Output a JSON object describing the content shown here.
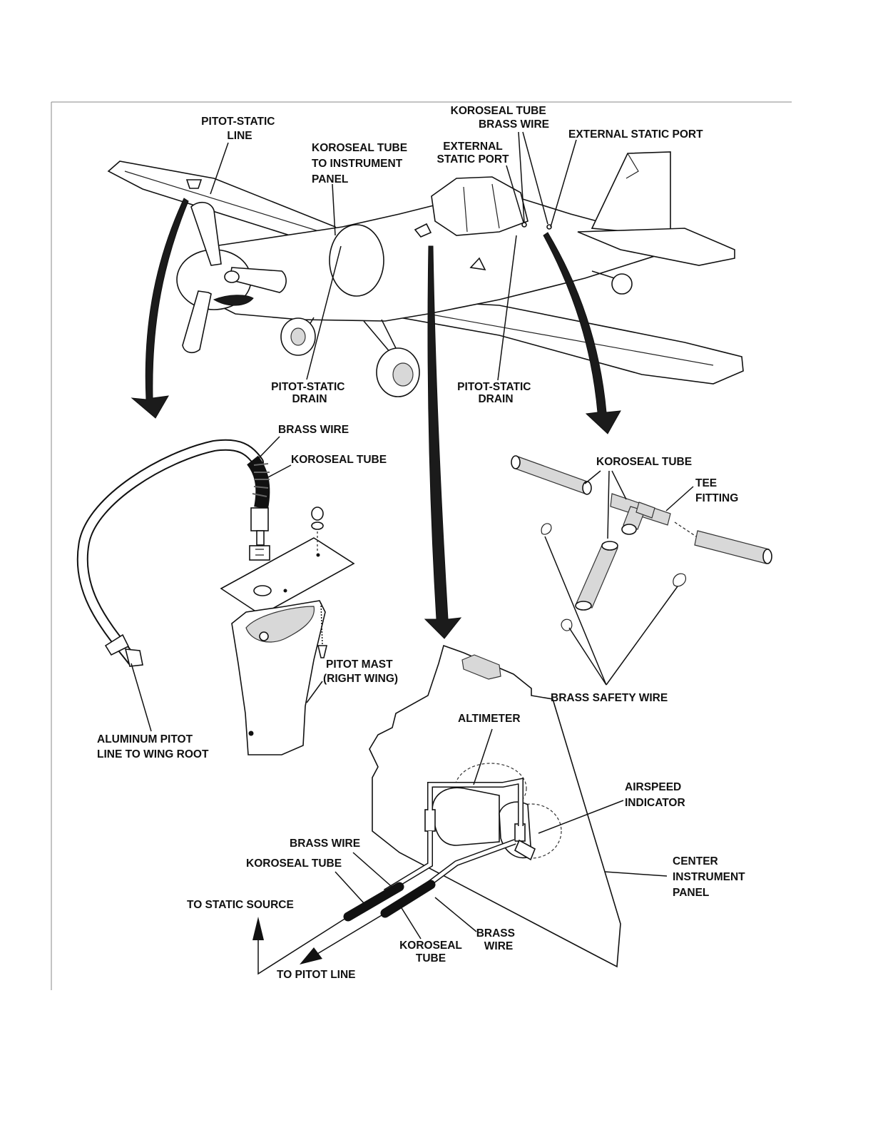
{
  "labels": {
    "pitot_static_line": [
      "PITOT-STATIC",
      "LINE"
    ],
    "koroseal_tube_instrument_panel": [
      "KOROSEAL TUBE",
      "TO INSTRUMENT",
      "PANEL"
    ],
    "koroseal_tube_brass_wire_top": [
      "KOROSEAL TUBE",
      "BRASS WIRE"
    ],
    "external_static_port_left": [
      "EXTERNAL",
      "STATIC PORT"
    ],
    "external_static_port_right": "EXTERNAL STATIC PORT",
    "pitot_static_drain_left": [
      "PITOT-STATIC",
      "DRAIN"
    ],
    "pitot_static_drain_right": [
      "PITOT-STATIC",
      "DRAIN"
    ],
    "brass_wire_mast": "BRASS WIRE",
    "koroseal_tube_mast": "KOROSEAL TUBE",
    "pitot_mast": [
      "PITOT MAST",
      "(RIGHT WING)"
    ],
    "aluminum_pitot_line": [
      "ALUMINUM PITOT",
      "LINE TO WING ROOT"
    ],
    "koroseal_tube_tee": "KOROSEAL TUBE",
    "tee_fitting": [
      "TEE",
      "FITTING"
    ],
    "brass_safety_wire": "BRASS SAFETY WIRE",
    "altimeter": "ALTIMETER",
    "airspeed_indicator": [
      "AIRSPEED",
      "INDICATOR"
    ],
    "center_instrument_panel": [
      "CENTER",
      "INSTRUMENT",
      "PANEL"
    ],
    "brass_wire_panel_left": "BRASS WIRE",
    "koroseal_tube_panel_left": "KOROSEAL TUBE",
    "to_static_source": "TO STATIC  SOURCE",
    "koroseal_tube_panel_bottom": [
      "KOROSEAL",
      "TUBE"
    ],
    "brass_wire_panel_bottom": [
      "BRASS",
      "WIRE"
    ],
    "to_pitot_line": "TO PITOT LINE"
  }
}
